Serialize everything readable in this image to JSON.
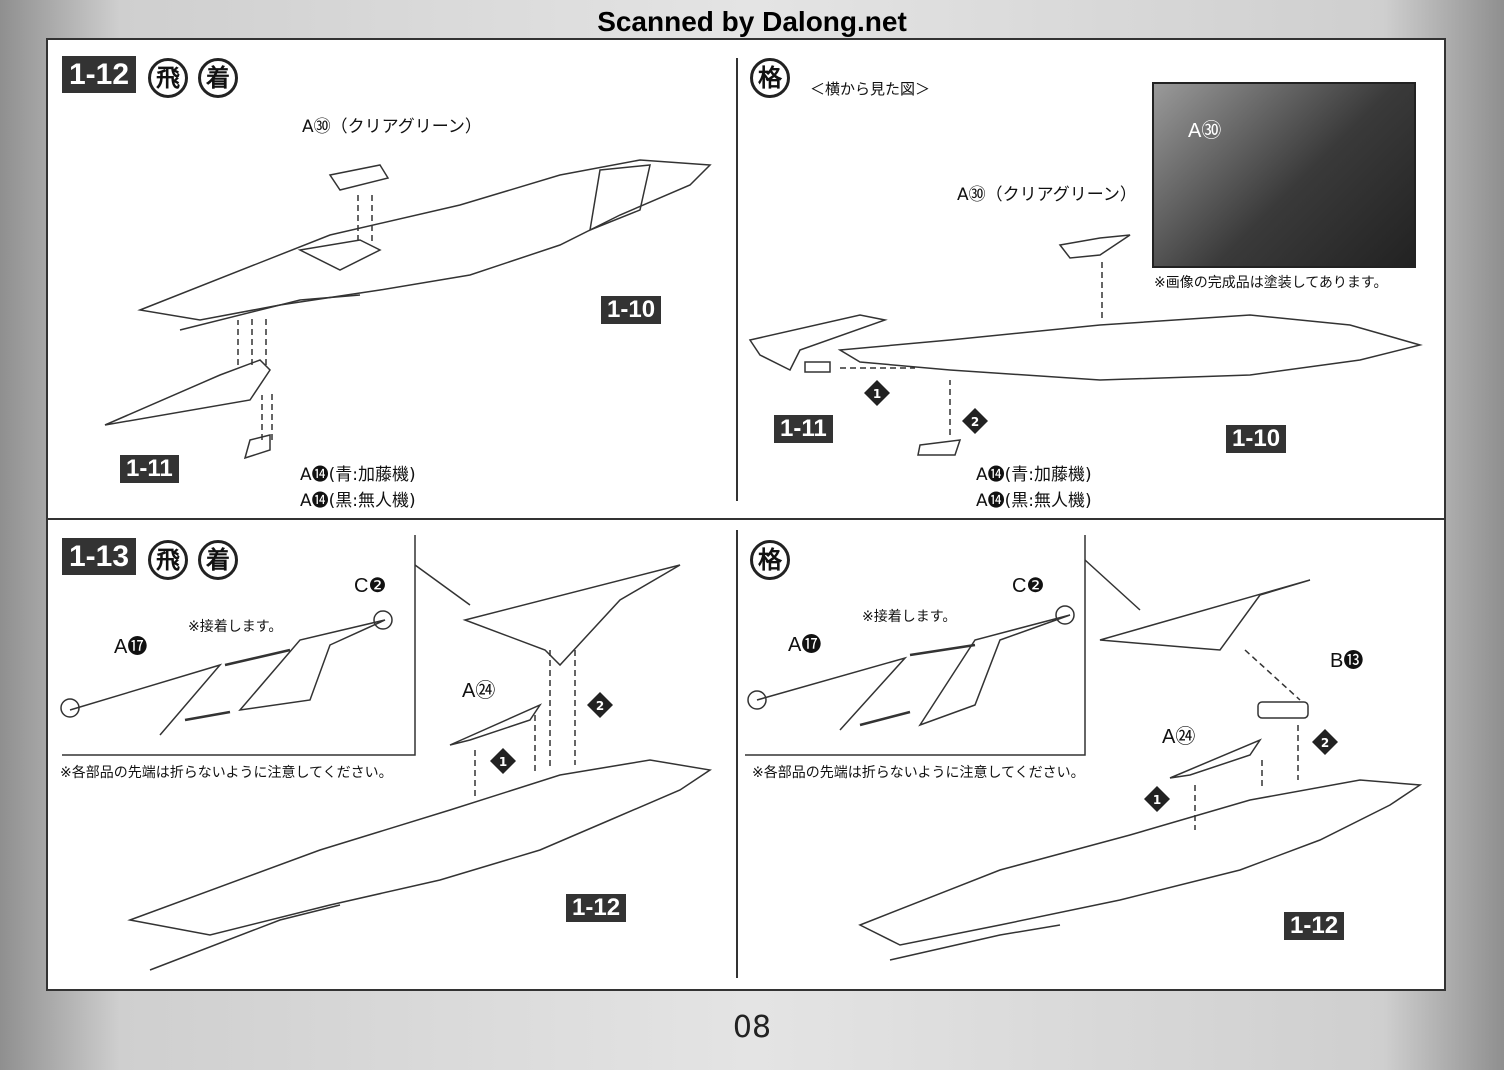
{
  "watermark": "Scanned by Dalong.net",
  "page_number": "08",
  "panels": {
    "top_left": {
      "step": "1-12",
      "icons": [
        "飛",
        "着"
      ],
      "ref_a": "1-10",
      "ref_b": "1-11",
      "part_canopy": "A㉚（クリアグリーン）",
      "part_a14_blue": "A⓮(青:加藤機)",
      "part_a14_black": "A⓮(黒:無人機)"
    },
    "top_right": {
      "icon": "格",
      "view_note": "＜横から見た図＞",
      "part_canopy": "A㉚（クリアグリーン）",
      "photo_label": "A㉚",
      "photo_note": "※画像の完成品は塗装してあります。",
      "ref_a": "1-11",
      "ref_b": "1-10",
      "step1": "1",
      "step2": "2",
      "part_a14_blue": "A⓮(青:加藤機)",
      "part_a14_black": "A⓮(黒:無人機)"
    },
    "bottom_left": {
      "step": "1-13",
      "icons": [
        "飛",
        "着"
      ],
      "part_c2": "C❷",
      "part_a17": "A⓱",
      "glue_note": "※接着します。",
      "part_a24": "A㉔",
      "tip_note": "※各部品の先端は折らないように注意してください。",
      "step1": "1",
      "step2": "2",
      "ref": "1-12"
    },
    "bottom_right": {
      "icon": "格",
      "part_c2": "C❷",
      "part_a17": "A⓱",
      "glue_note": "※接着します。",
      "part_b13": "B⓭",
      "part_a24": "A㉔",
      "tip_note": "※各部品の先端は折らないように注意してください。",
      "step1": "1",
      "step2": "2",
      "ref": "1-12"
    }
  }
}
